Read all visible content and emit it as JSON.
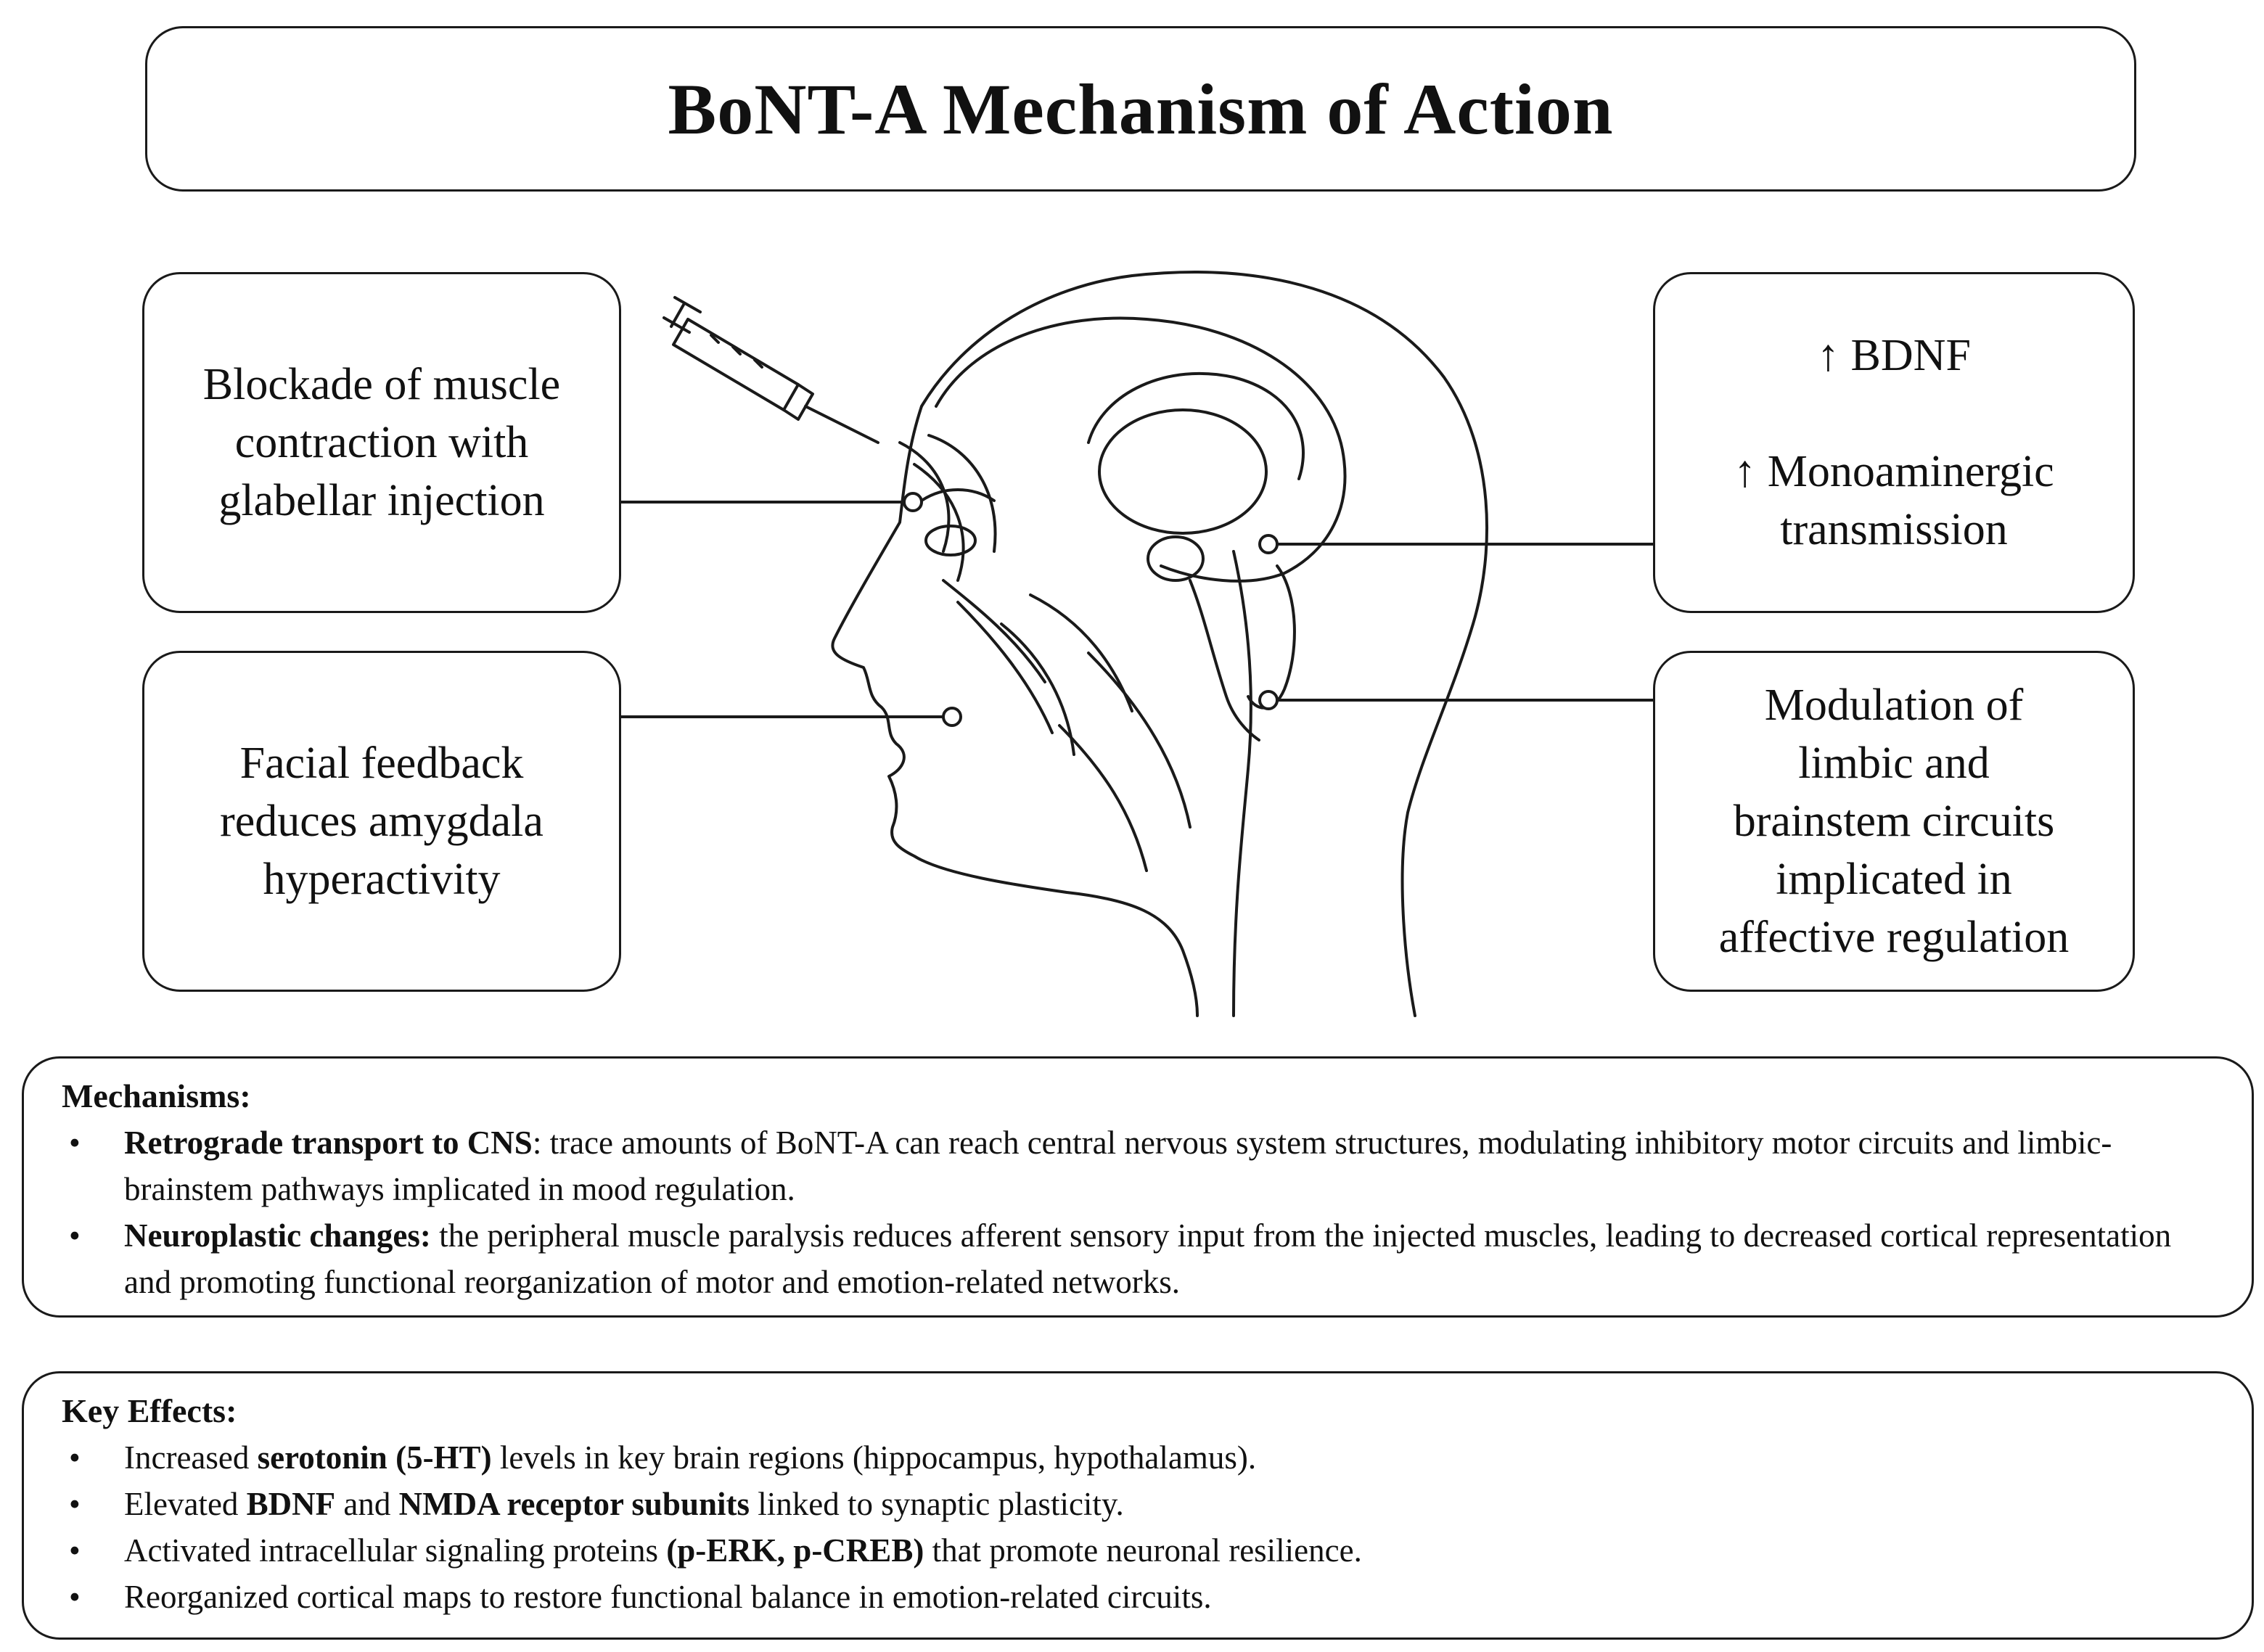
{
  "title": "BoNT-A Mechanism of Action",
  "callouts": {
    "top_left": [
      "Blockade of muscle",
      "contraction with",
      "glabellar injection"
    ],
    "bottom_left": [
      "Facial feedback",
      "reduces amygdala",
      "hyperactivity"
    ],
    "top_right_1": "↑ BDNF",
    "top_right_2": [
      "↑ Monoaminergic",
      "transmission"
    ],
    "bottom_right": [
      "Modulation of",
      "limbic and",
      "brainstem circuits",
      "implicated in",
      "affective regulation"
    ]
  },
  "mechanisms": {
    "heading": "Mechanisms:",
    "items": [
      {
        "bold": "Retrograde transport to CNS",
        "text": ": trace amounts of BoNT-A can reach central nervous system structures, modulating inhibitory motor circuits and limbic-brainstem pathways implicated in mood regulation."
      },
      {
        "bold": "Neuroplastic changes:",
        "text": " the peripheral muscle paralysis reduces afferent sensory input from the injected muscles, leading to decreased cortical representation and promoting functional reorganization of motor and emotion-related networks."
      }
    ]
  },
  "key_effects": {
    "heading": "Key Effects:",
    "items": [
      {
        "p1": "Increased ",
        "b1": "serotonin (5-HT)",
        "p2": " levels in key brain regions (hippocampus, hypothalamus).",
        "b2": "",
        "p3": ""
      },
      {
        "p1": "Elevated ",
        "b1": "BDNF",
        "p2": " and ",
        "b2": "NMDA receptor subunits",
        "p3": " linked to synaptic plasticity."
      },
      {
        "p1": "Activated intracellular signaling proteins ",
        "b1": "(p-ERK, p-CREB)",
        "p2": " that promote neuronal resilience.",
        "b2": "",
        "p3": ""
      },
      {
        "p1": "Reorganized cortical maps to restore functional balance in emotion-related circuits.",
        "b1": "",
        "p2": "",
        "b2": "",
        "p3": ""
      }
    ]
  },
  "icons": [
    "syringe-icon",
    "head-anatomy-illustration"
  ],
  "colors": {
    "line": "#1a1a1a",
    "background": "#ffffff"
  }
}
